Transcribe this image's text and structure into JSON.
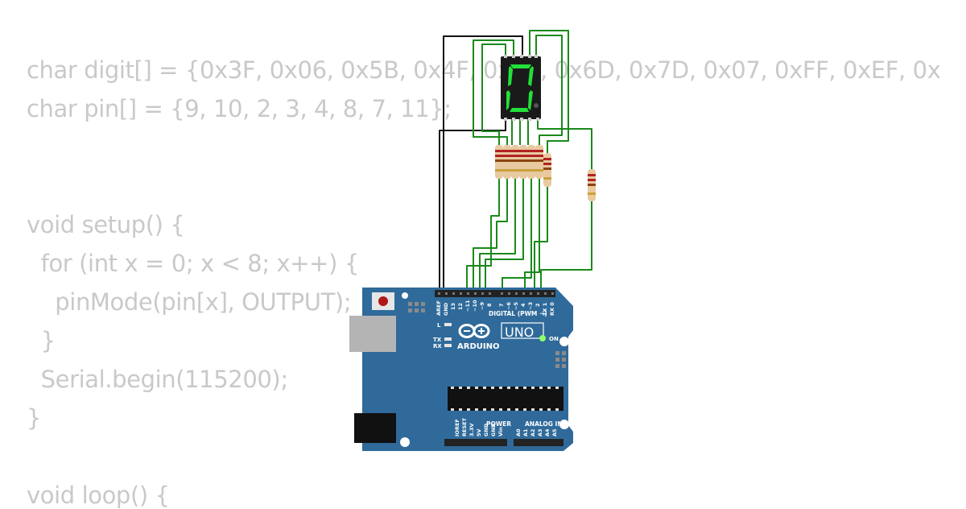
{
  "code_lines": [
    "char digit[] = {0x3F, 0x06, 0x5B, 0x4F, 0x66, 0x6D, 0x7D, 0x07, 0xFF, 0xEF, 0x",
    "char pin[] = {9, 10, 2, 3, 4, 8, 7, 11};",
    "",
    "",
    "void setup() {",
    "  for (int x = 0; x < 8; x++) {",
    "    pinMode(pin[x], OUTPUT);",
    "  }",
    "  Serial.begin(115200);",
    "}",
    "",
    "void loop() {"
  ],
  "display": {
    "digit": "0",
    "segment_color": "#22e03a",
    "body_color": "#1a1a1a"
  },
  "board": {
    "brand": "ARDUINO",
    "model": "UNO",
    "digital_label": "DIGITAL (PWM ~)",
    "power_label": "POWER",
    "analog_label": "ANALOG IN",
    "on_label": "ON",
    "led_l": "L",
    "led_tx": "TX",
    "led_rx": "RX",
    "digital_pins": [
      "AREF",
      "GND",
      "13",
      "12",
      "~11",
      "~10",
      "~9",
      "8",
      "7",
      "~6",
      "~5",
      "4",
      "~3",
      "2",
      "TX 1",
      "RX 0"
    ],
    "power_pins": [
      "IOREF",
      "RESET",
      "3.3V",
      "5V",
      "GND",
      "GND",
      "Vin"
    ],
    "analog_pins": [
      "A0",
      "A1",
      "A2",
      "A3",
      "A4",
      "A5"
    ],
    "board_color": "#2f6a9a"
  },
  "colors": {
    "wire_green": "#1a8a1a",
    "wire_black": "#111111",
    "resistor_body": "#e8c9a0"
  }
}
